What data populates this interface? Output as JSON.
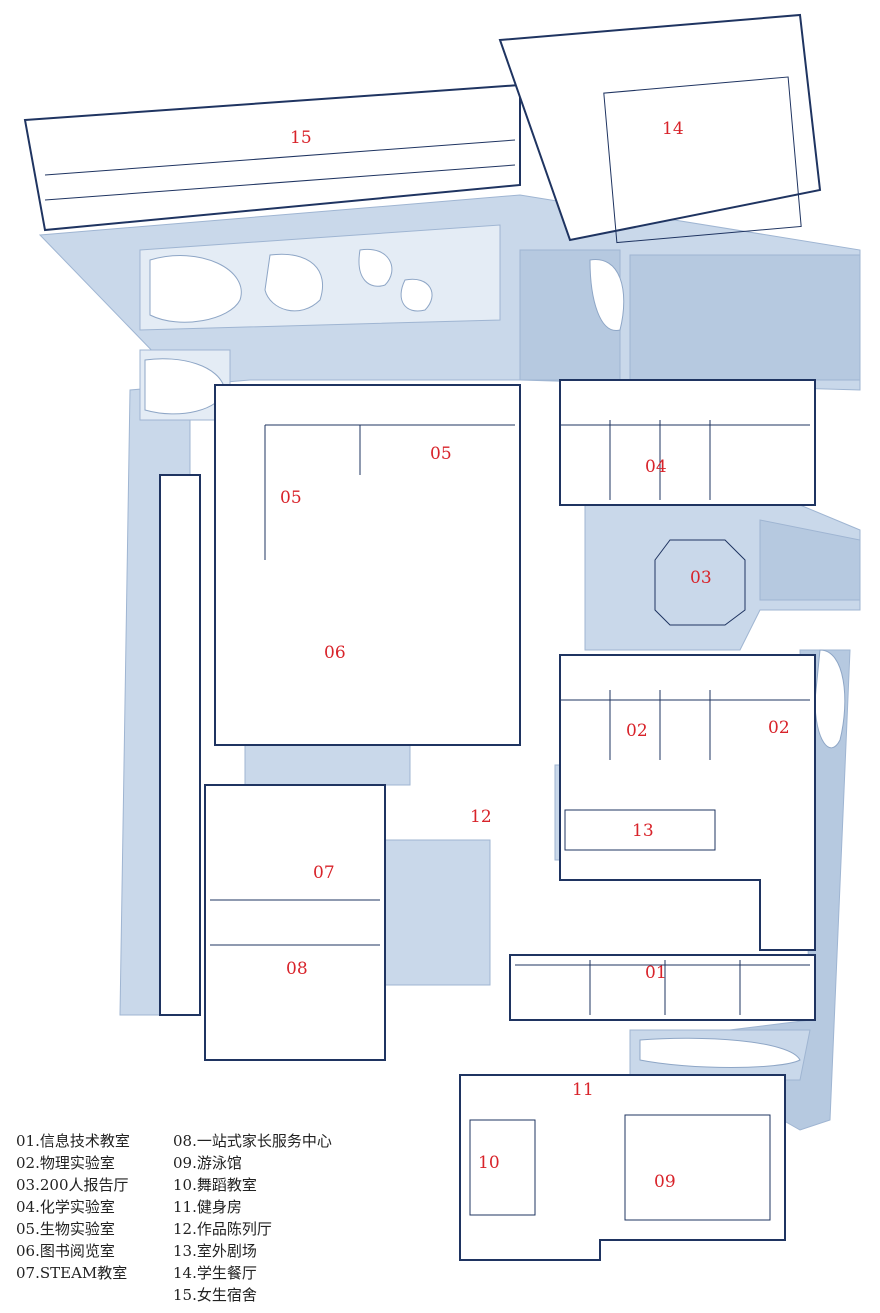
{
  "zone_labels": [
    {
      "code": "01"
    },
    {
      "code": "02"
    },
    {
      "code": "02"
    },
    {
      "code": "03"
    },
    {
      "code": "04"
    },
    {
      "code": "05"
    },
    {
      "code": "05"
    },
    {
      "code": "06"
    },
    {
      "code": "07"
    },
    {
      "code": "08"
    },
    {
      "code": "09"
    },
    {
      "code": "10"
    },
    {
      "code": "11"
    },
    {
      "code": "12"
    },
    {
      "code": "13"
    },
    {
      "code": "14"
    },
    {
      "code": "15"
    }
  ],
  "legend": {
    "left": [
      "01.信息技术教室",
      "02.物理实验室",
      "03.200人报告厅",
      "04.化学实验室",
      "05.生物实验室",
      "06.图书阅览室",
      "07.STEAM教室"
    ],
    "right": [
      "08.一站式家长服务中心",
      "09.游泳馆",
      "10.舞蹈教室",
      "11.健身房",
      "12.作品陈列厅",
      "13.室外剧场",
      "14.学生餐厅",
      "15.女生宿舍"
    ]
  },
  "colors": {
    "plaza": "#c9d8ea",
    "plaza_dark": "#a9c0dc",
    "wall": "#1f3461",
    "label": "#d8232a"
  }
}
